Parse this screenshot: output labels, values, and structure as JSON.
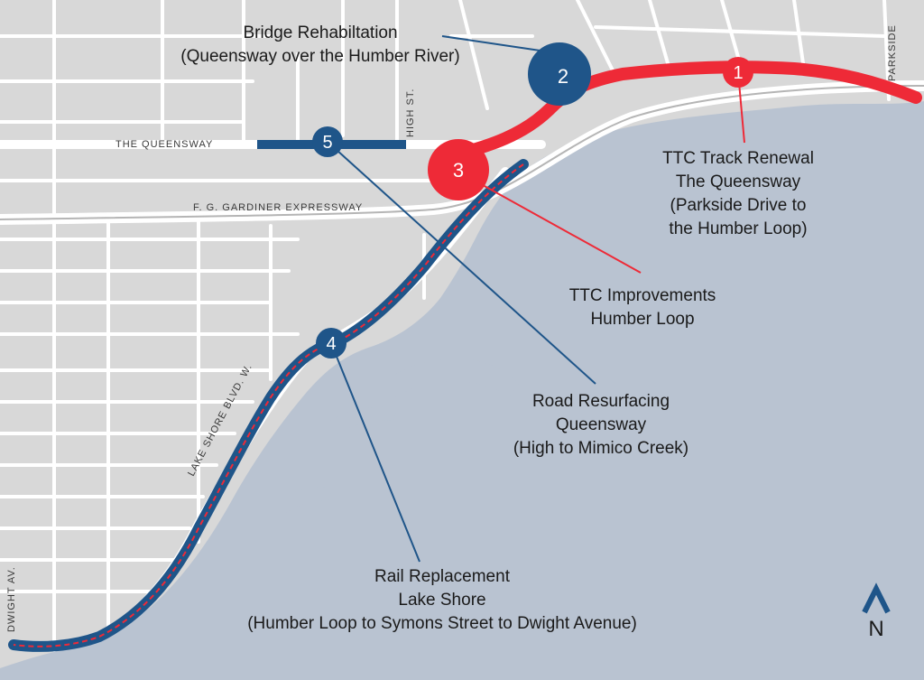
{
  "colors": {
    "water": "#b9c3d1",
    "land": "#d8d8d8",
    "street": "#ffffff",
    "blue_project": "#1f5589",
    "red_project": "#ee2a37"
  },
  "streets": {
    "the_queensway": "THE QUEENSWAY",
    "high_st": "HIGH ST.",
    "gardiner": "F. G. GARDINER EXPRESSWAY",
    "lake_shore": "LAKE SHORE BLVD. W.",
    "parkside": "PARKSIDE",
    "dwight": "DWIGHT AV."
  },
  "projects": [
    {
      "number": "1",
      "color": "red",
      "lines": [
        "TTC Track Renewal",
        "The Queensway",
        "(Parkside Drive to",
        "the Humber Loop)"
      ]
    },
    {
      "number": "2",
      "color": "blue",
      "lines": [
        "Bridge Rehabiltation",
        "(Queensway over the Humber River)"
      ]
    },
    {
      "number": "3",
      "color": "red",
      "lines": [
        "TTC Improvements",
        "Humber Loop"
      ]
    },
    {
      "number": "4",
      "color": "blue",
      "lines": [
        "Rail Replacement",
        "Lake Shore",
        "(Humber Loop to Symons Street to Dwight Avenue)"
      ]
    },
    {
      "number": "5",
      "color": "blue",
      "lines": [
        "Road Resurfacing",
        "Queensway",
        "(High to Mimico Creek)"
      ]
    }
  ],
  "north_arrow": {
    "label": "N",
    "icon": "north-arrow-icon"
  }
}
